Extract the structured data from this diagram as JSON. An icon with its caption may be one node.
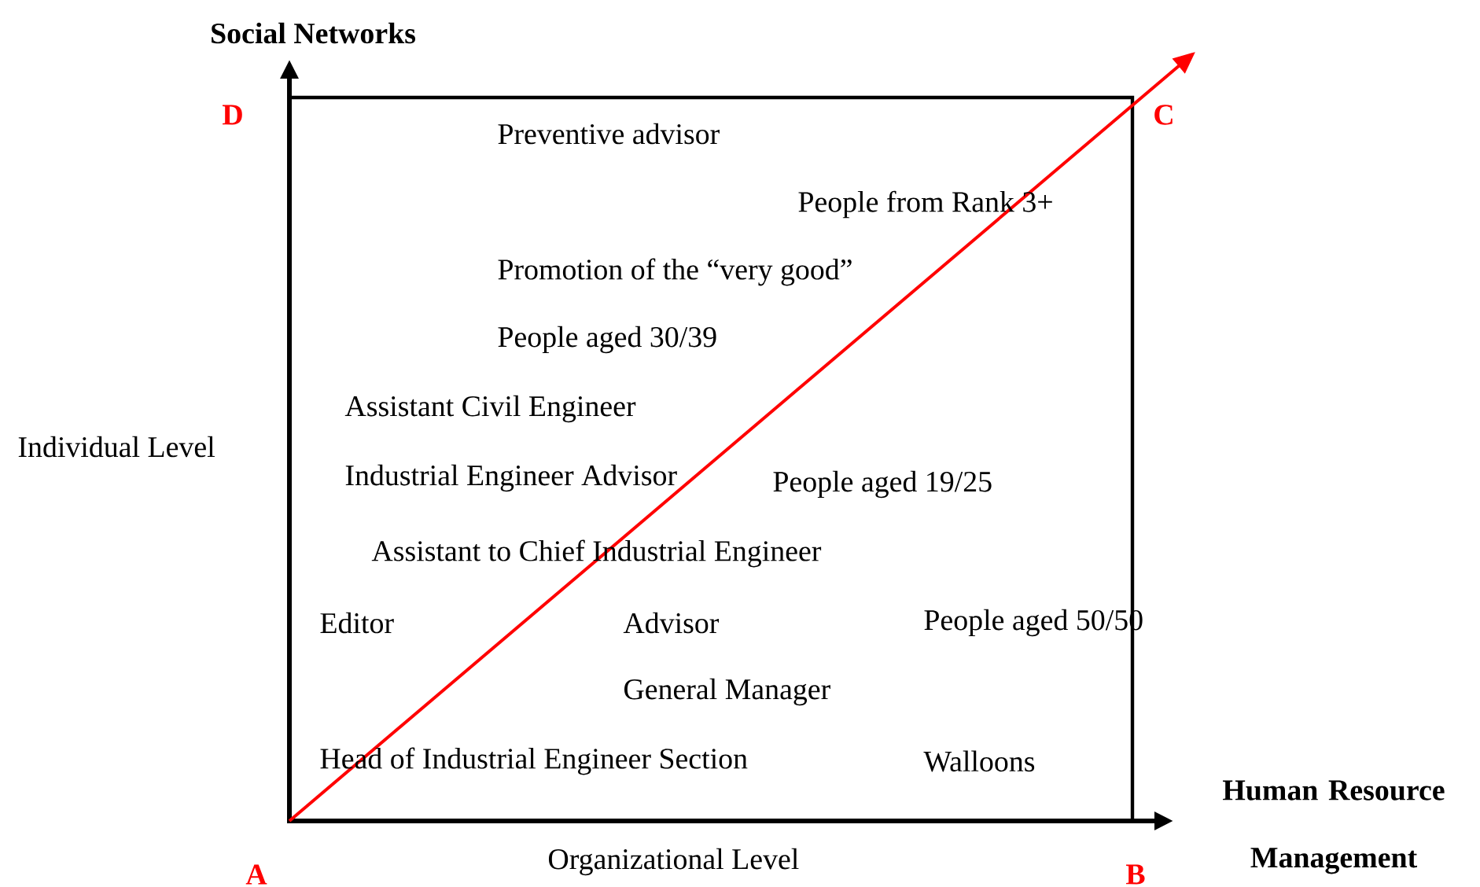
{
  "diagram": {
    "labels": [
      "Social Networks",
      "D",
      "Preventive advisor",
      "C",
      "People from Rank 3+",
      "Promotion of the “very good”",
      "People aged 30/39",
      "Assistant Civil Engineer",
      "Individual Level",
      "Industrial Engineer Advisor",
      "People aged 19/25",
      "Assistant to Chief Industrial Engineer",
      "Editor",
      "Advisor",
      "People aged 50/50",
      "General Manager",
      "Head of Industrial Engineer Section",
      "Walloons",
      "Human Resource Management",
      "A",
      "Organizational Level",
      "B"
    ]
  }
}
